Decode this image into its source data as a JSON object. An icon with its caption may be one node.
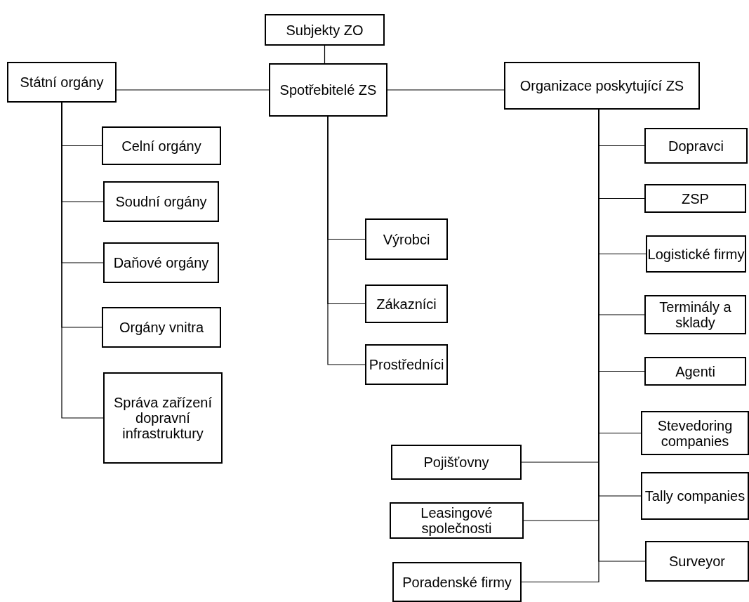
{
  "diagram": {
    "nodes": [
      {
        "text": [
          "Subjekty ZO"
        ]
      },
      {
        "text": [
          "Spotřebitelé ZS"
        ]
      },
      {
        "text": [
          "Státní orgány"
        ]
      },
      {
        "text": [
          "Organizace poskytující ZS"
        ]
      },
      {
        "text": [
          "Celní orgány"
        ]
      },
      {
        "text": [
          "Soudní orgány"
        ]
      },
      {
        "text": [
          "Daňové orgány"
        ]
      },
      {
        "text": [
          "Orgány vnitra"
        ]
      },
      {
        "text": [
          "Správa zařízení dopravní infrastruktury"
        ]
      },
      {
        "text": [
          "Výrobci"
        ]
      },
      {
        "text": [
          "Zákazníci"
        ]
      },
      {
        "text": [
          "Prostředníci"
        ]
      },
      {
        "text": [
          "Dopravci"
        ]
      },
      {
        "text": [
          "ZSP"
        ]
      },
      {
        "text": [
          "Logistické firmy"
        ]
      },
      {
        "text": [
          "Terminály a sklady"
        ]
      },
      {
        "text": [
          "Agenti"
        ]
      },
      {
        "text": [
          "Stevedoring companies"
        ]
      },
      {
        "text": [
          "Tally companies"
        ]
      },
      {
        "text": [
          "Surveyor"
        ]
      },
      {
        "text": [
          "Pojišťovny"
        ]
      },
      {
        "text": [
          "Leasingové společnosti"
        ]
      },
      {
        "text": [
          "Poradenské firmy"
        ]
      }
    ],
    "edges": [
      {
        "from": 0,
        "to": 1,
        "arrow": "none"
      },
      {
        "from": 1,
        "to": 2,
        "arrow": "none"
      },
      {
        "from": 1,
        "to": 3,
        "arrow": "none"
      },
      {
        "from": 2,
        "to": 4,
        "arrow": "none"
      },
      {
        "from": 2,
        "to": 5,
        "arrow": "none"
      },
      {
        "from": 2,
        "to": 6,
        "arrow": "none"
      },
      {
        "from": 2,
        "to": 7,
        "arrow": "none"
      },
      {
        "from": 2,
        "to": 8,
        "arrow": "none"
      },
      {
        "from": 1,
        "to": 9,
        "arrow": "none"
      },
      {
        "from": 1,
        "to": 10,
        "arrow": "none"
      },
      {
        "from": 1,
        "to": 11,
        "arrow": "none"
      },
      {
        "from": 3,
        "to": 12,
        "arrow": "none"
      },
      {
        "from": 3,
        "to": 13,
        "arrow": "none"
      },
      {
        "from": 3,
        "to": 14,
        "arrow": "none"
      },
      {
        "from": 3,
        "to": 15,
        "arrow": "none"
      },
      {
        "from": 3,
        "to": 16,
        "arrow": "none"
      },
      {
        "from": 3,
        "to": 17,
        "arrow": "none"
      },
      {
        "from": 3,
        "to": 18,
        "arrow": "none"
      },
      {
        "from": 3,
        "to": 19,
        "arrow": "none"
      },
      {
        "from": 3,
        "to": 20,
        "arrow": "none"
      },
      {
        "from": 3,
        "to": 21,
        "arrow": "none"
      },
      {
        "from": 3,
        "to": 22,
        "arrow": "none"
      }
    ]
  }
}
